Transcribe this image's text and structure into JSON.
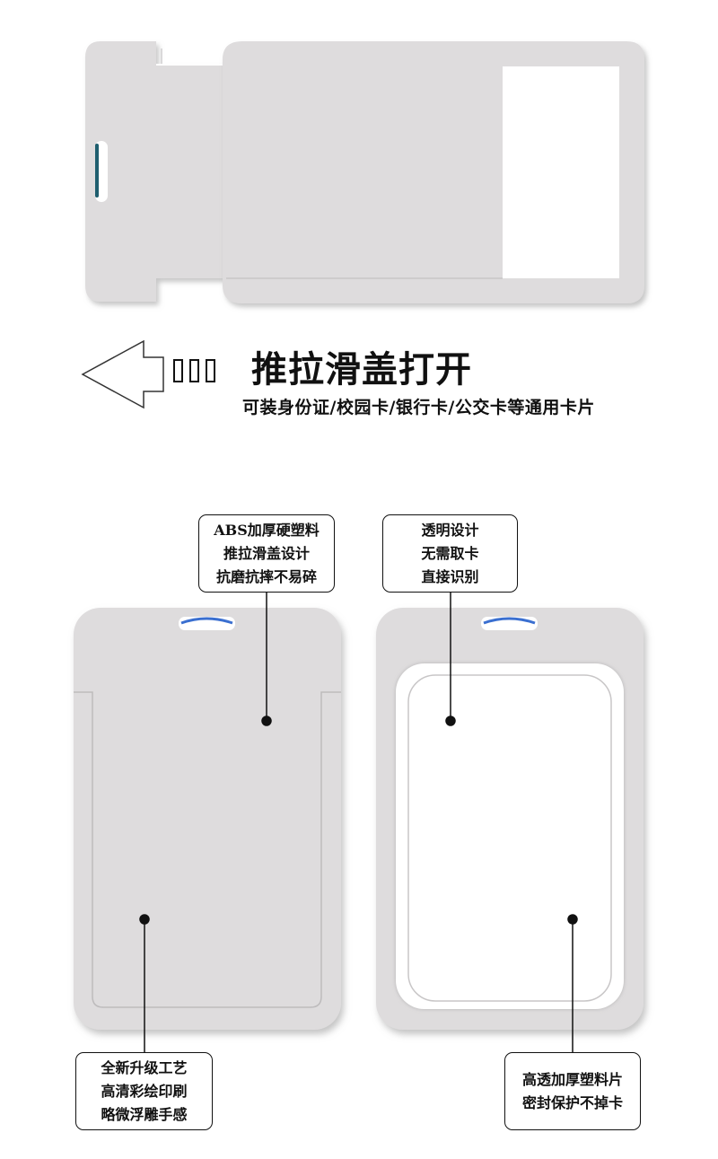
{
  "slide_hint": {
    "title": "推拉滑盖打开",
    "subtitle": "可装身份证/校园卡/银行卡/公交卡等通用卡片",
    "glyph_count": 3
  },
  "callouts": {
    "material": {
      "lines": [
        "ABS加厚硬塑料",
        "推拉滑盖设计",
        "抗磨抗摔不易碎"
      ]
    },
    "transparent_window": {
      "lines": [
        "透明设计",
        "无需取卡",
        "直接识别"
      ]
    },
    "printing": {
      "lines": [
        "全新升级工艺",
        "高清彩绘印刷",
        "略微浮雕手感"
      ]
    },
    "sealed_film": {
      "lines": [
        "高透加厚塑料片",
        "密封保护不掉卡"
      ]
    }
  },
  "colors": {
    "card_body": "#dedcdd",
    "card_shadow": "#c9c7c8",
    "slot_accent": "#3a6fd0",
    "window": "#ffffff",
    "line": "#111111"
  }
}
